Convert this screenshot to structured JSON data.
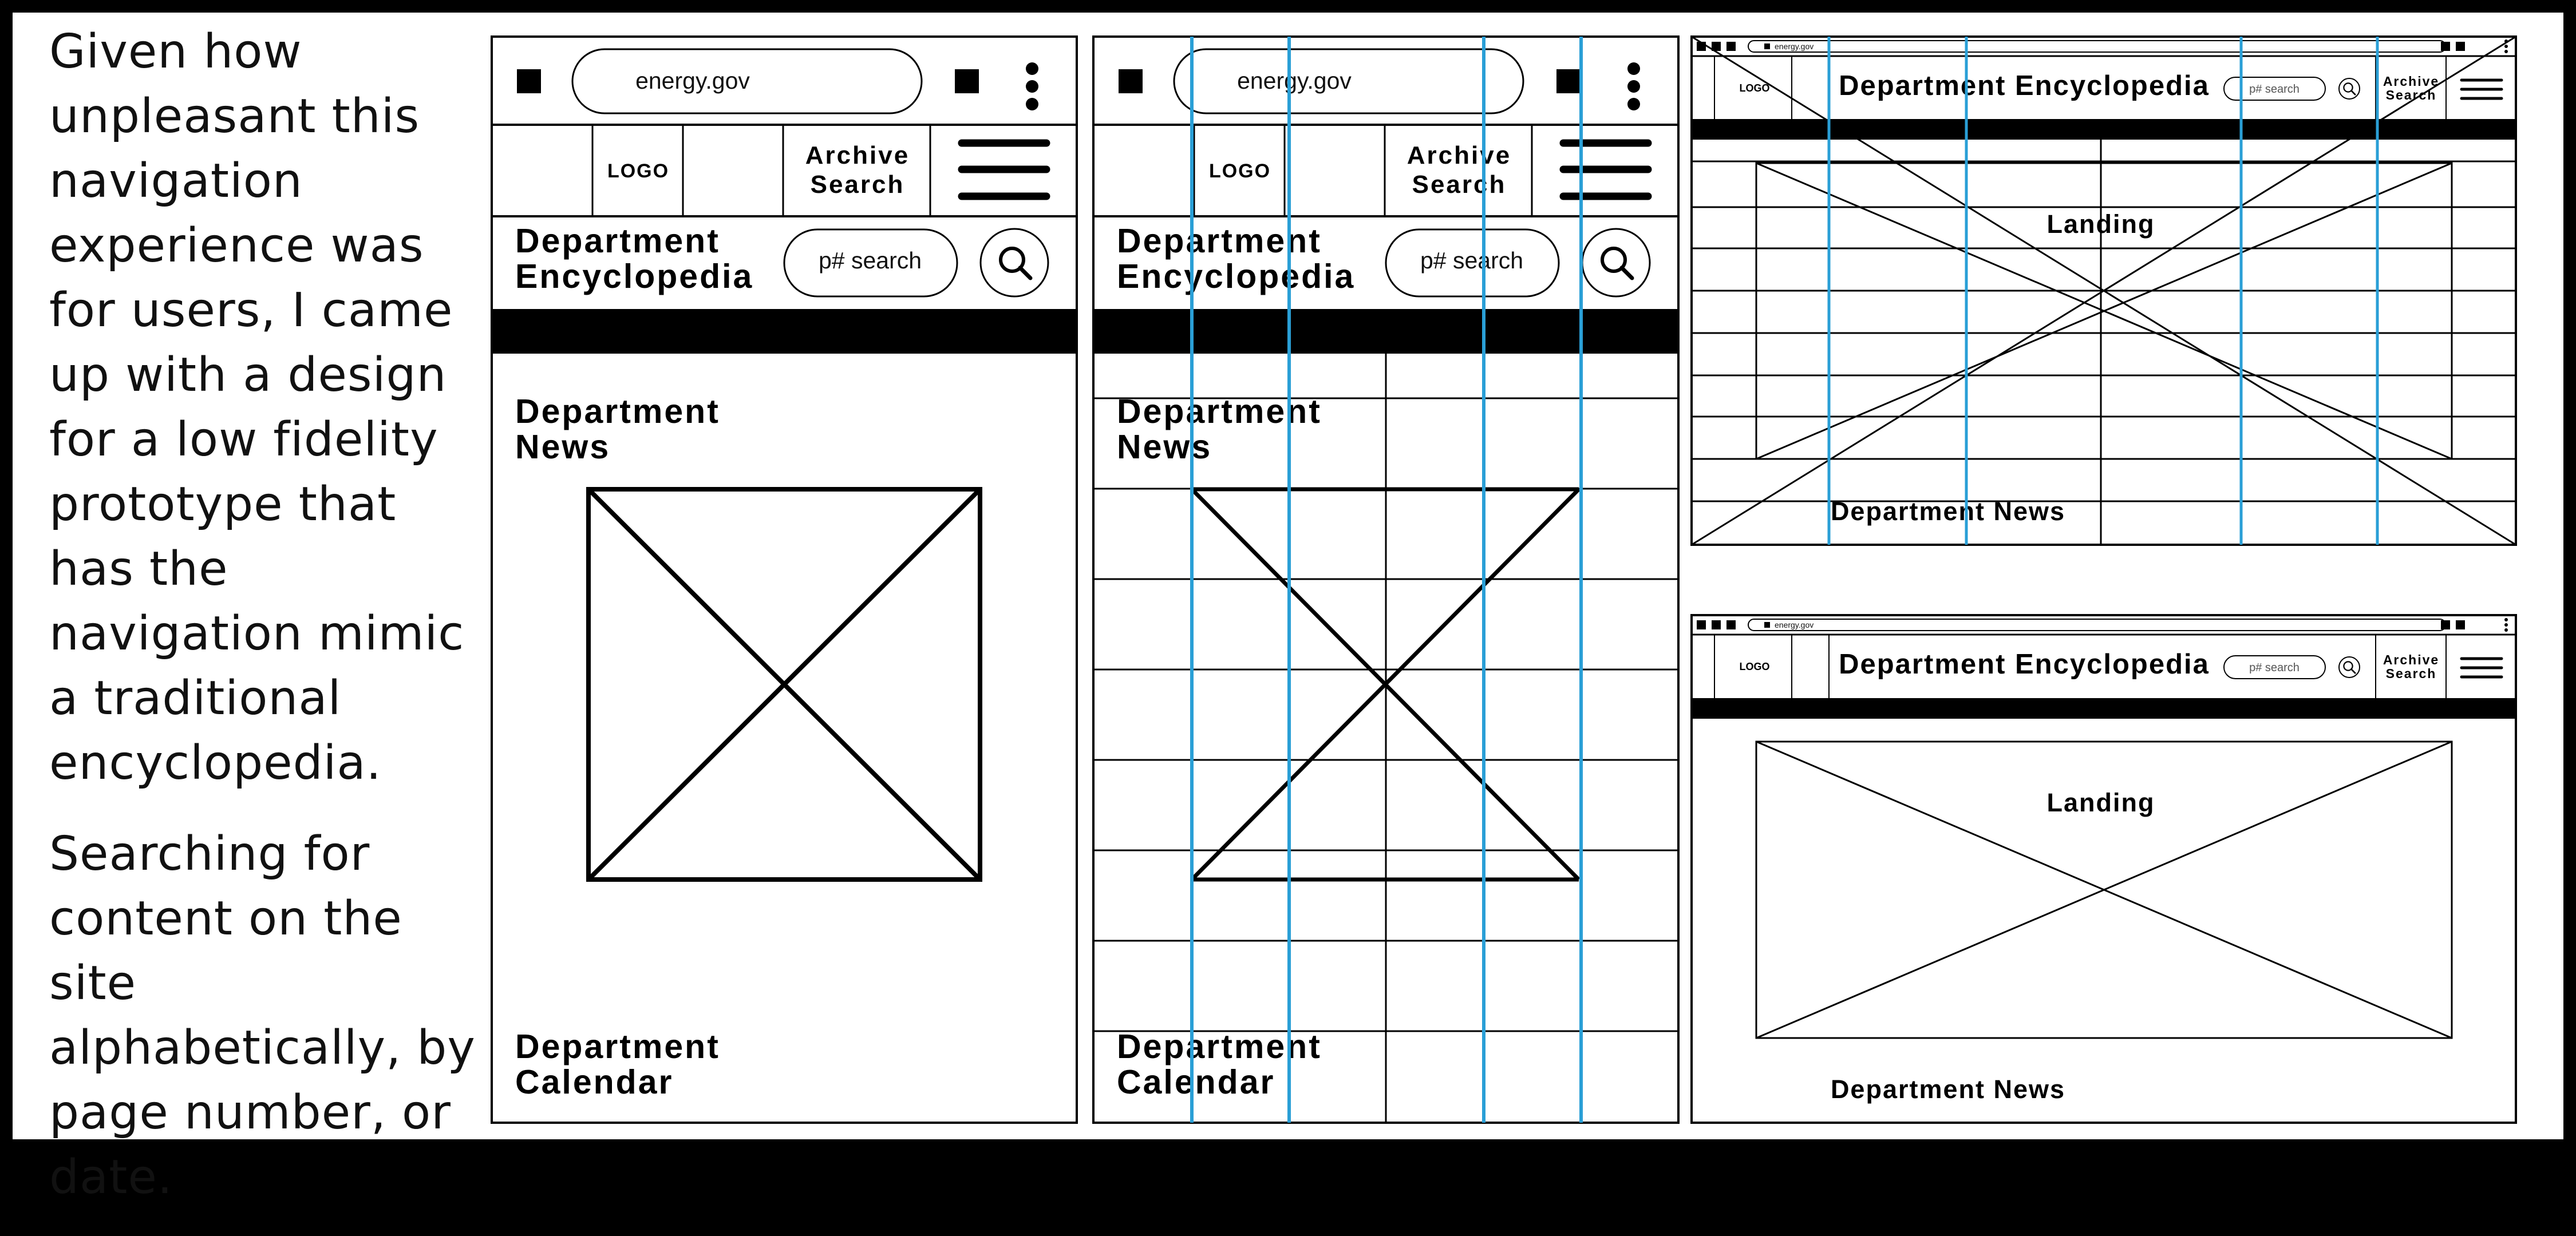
{
  "intro": {
    "paragraph1": "Given how unpleasant this navigation experience was for users, I came up with a design for a low fidelity prototype that has the navigation mimic a traditional encyclopedia.",
    "paragraph2": "Searching for content on the site alphabetically, by page number, or date."
  },
  "mobile": {
    "url": "energy.gov",
    "logo": "LOGO",
    "archive_search_line1": "Archive",
    "archive_search_line2": "Search",
    "title_line1": "Department",
    "title_line2": "Encyclopedia",
    "search_placeholder": "p# search",
    "news_line1": "Department",
    "news_line2": "News",
    "calendar_line1": "Department",
    "calendar_line2": "Calendar"
  },
  "desktop": {
    "url": "energy.gov",
    "logo": "LOGO",
    "title": "Department Encyclopedia",
    "search_placeholder": "p# search",
    "archive_line1": "Archive",
    "archive_line2": "Search",
    "landing": "Landing",
    "news": "Department News"
  },
  "colors": {
    "stroke": "#000000",
    "grid_overlay": "#2a9fd6",
    "background": "#ffffff"
  }
}
